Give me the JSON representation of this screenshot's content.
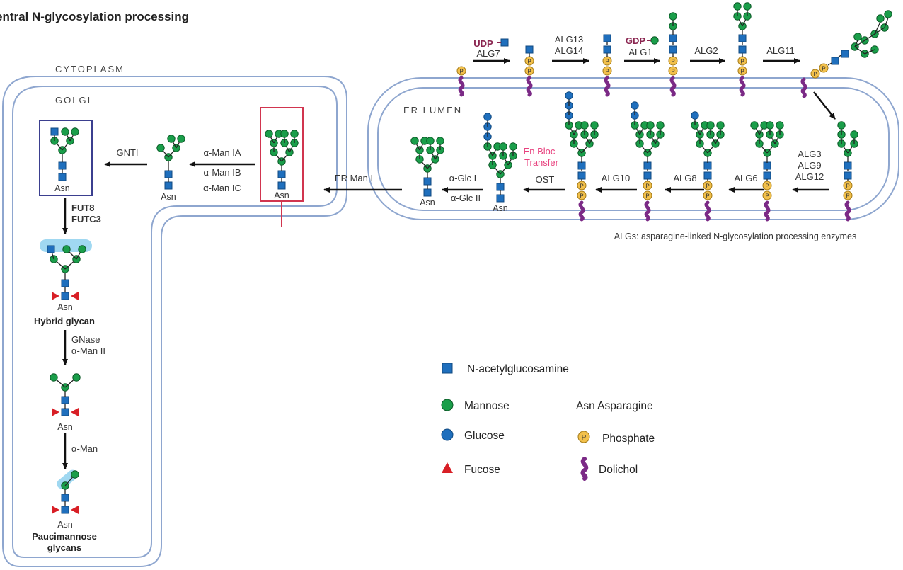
{
  "title": "entral N-glycosylation processing",
  "compartments": {
    "cytoplasm": "CYTOPLASM",
    "golgi": "GOLGI",
    "er_lumen": "ER LUMEN"
  },
  "top_steps": {
    "udp": "UDP",
    "alg7": "ALG7",
    "alg13": "ALG13",
    "alg14": "ALG14",
    "gdp": "GDP",
    "alg1": "ALG1",
    "alg2": "ALG2",
    "alg11": "ALG11"
  },
  "er_steps": {
    "alg3": "ALG3",
    "alg9": "ALG9",
    "alg12": "ALG12",
    "alg6": "ALG6",
    "alg8": "ALG8",
    "alg10": "ALG10",
    "ost": "OST",
    "en_bloc_1": "En Bloc",
    "en_bloc_2": "Transfer",
    "glc1": "α-Glc I",
    "glc2": "α-Glc II",
    "er_man1": "ER Man I",
    "alg_note": "ALGs: asparagine-linked N-glycosylation processing enzymes"
  },
  "golgi_steps": {
    "man_ia": "α-Man IA",
    "man_ib": "α-Man IB",
    "man_ic": "α-Man IC",
    "gnti": "GNTI",
    "fut8": "FUT8",
    "futc3": "FUTC3",
    "hybrid": "Hybrid glycan",
    "gnase": "GNase",
    "man2": "α-Man II",
    "aman": "α-Man",
    "pauci1": "Paucimannose",
    "pauci2": "glycans"
  },
  "asn_label": "Asn",
  "phosphate_letter": "P",
  "legend": {
    "glcnac": "N-acetylglucosamine",
    "mannose": "Mannose",
    "glucose": "Glucose",
    "fucose": "Fucose",
    "asn": "Asn Asparagine",
    "phosphate": "Phosphate",
    "dolichol": "Dolichol"
  },
  "colors": {
    "glcnac": "#1f6fbd",
    "mannose": "#1a9e4a",
    "glucose": "#1f6fbd",
    "fucose": "#d81f26",
    "phosphate": "#f2c04b",
    "dolichol": "#7b2a86",
    "membrane": "#8ea6cf",
    "golgi_box": "#3b3f8f",
    "er_box": "#d1354f",
    "en_bloc": "#e8417e",
    "donor": "#8a2550",
    "highlight": "#8fd1ef"
  }
}
